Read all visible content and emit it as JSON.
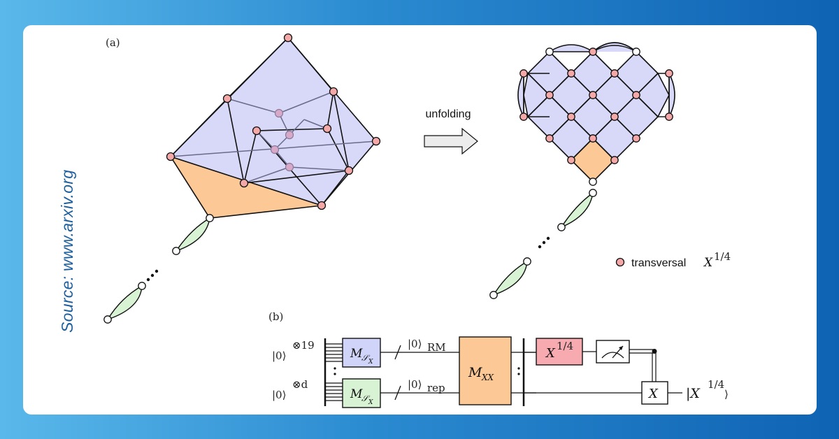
{
  "source_label": "Source: www.arxiv.org",
  "panel_a": {
    "label": "(a)",
    "arrow_text": "unfolding",
    "legend_text": "transversal",
    "legend_math": "X",
    "legend_exp": "1/4"
  },
  "panel_b": {
    "label": "(b)",
    "input_top": "|0⟩",
    "input_top_exp": "⊗19",
    "input_bottom": "|0⟩",
    "input_bottom_exp": "⊗d",
    "m_sx_top": "M",
    "m_sx_sub_top": "𝒮",
    "m_sx_subsub_top": "X",
    "m_sx_bottom": "M",
    "m_sx_sub_bottom": "𝒮",
    "m_sx_subsub_bottom": "X",
    "wire_rm": "|0⟩",
    "wire_rm_sub": "RM",
    "wire_rep": "|0⟩",
    "wire_rep_sub": "rep",
    "mxx": "M",
    "mxx_sub": "XX",
    "x14_gate": "X",
    "x14_exp": "1/4",
    "x_gate": "X",
    "output": "|X",
    "output_exp": "1/4",
    "output_close": "⟩"
  },
  "colors": {
    "node_red": "#f4a8a8",
    "face_blue": "#d8d8f8",
    "face_orange": "#fcc896",
    "face_green": "#d8f2d4",
    "gate_blue": "#d0d4f8",
    "gate_green": "#d8f2d4",
    "gate_orange": "#fcc896",
    "gate_red": "#f7aab0"
  }
}
